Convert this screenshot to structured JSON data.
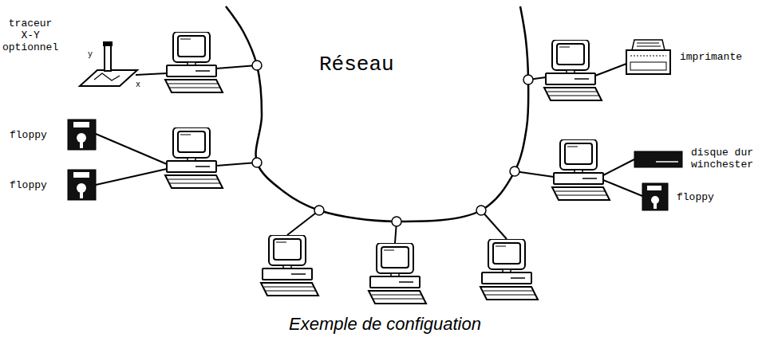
{
  "diagram": {
    "caption": "Exemple de configuation",
    "labels": [
      "traceur X-Y optionnel",
      "y",
      "x",
      "floppy",
      "floppy",
      "Réseau",
      "imprimante",
      "disque dur winchester",
      "floppy"
    ]
  }
}
